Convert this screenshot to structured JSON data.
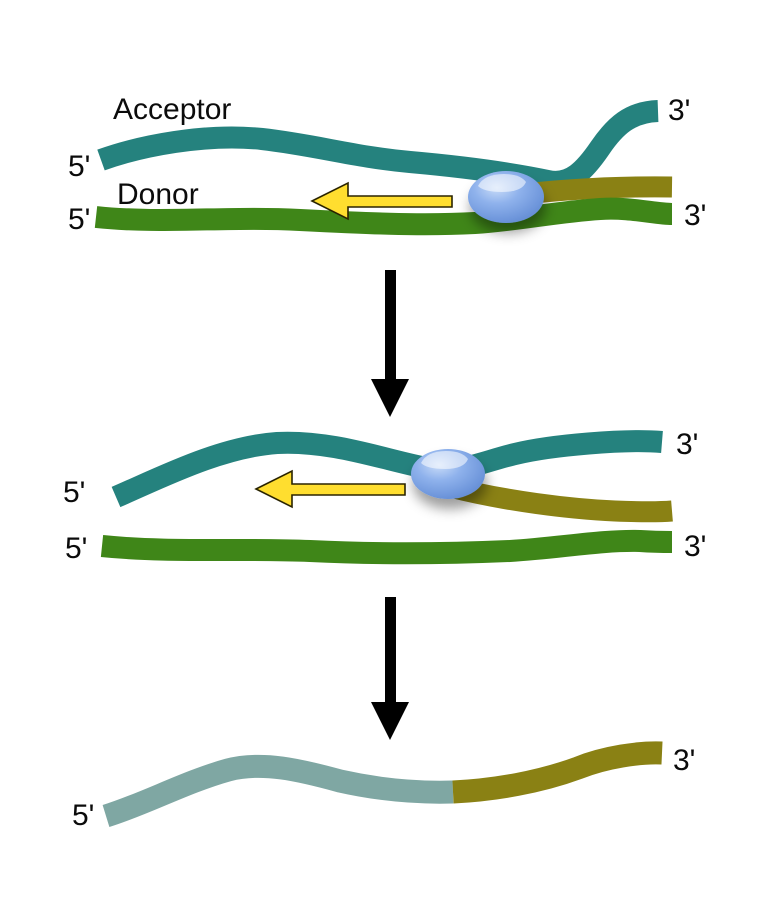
{
  "colors": {
    "acceptor_teal": "#25827E",
    "donor_green": "#3F8618",
    "nascent_olive": "#8A8114",
    "chimera_teal": "#7FA7A3",
    "arrow_yellow": "#FFDE2F",
    "arrow_outline": "#2A2400",
    "step_arrow_black": "#000000",
    "polymerase_blue": "#7BA4E3",
    "polymerase_highlight": "#FFFFFF"
  },
  "icons": {
    "polymerase": "blue-oval-enzyme-blob",
    "synthesis_direction": "yellow-left-arrow",
    "step_transition": "black-down-arrow"
  },
  "panel1": {
    "acceptor_name": "Acceptor",
    "donor_name": "Donor",
    "acceptor_5": "5'",
    "acceptor_3": "3'",
    "donor_5": "5'",
    "donor_3": "3'"
  },
  "panel2": {
    "acceptor_5": "5'",
    "acceptor_3": "3'",
    "donor_5": "5'",
    "donor_3": "3'"
  },
  "panel3": {
    "five_prime": "5'",
    "three_prime": "3'"
  }
}
